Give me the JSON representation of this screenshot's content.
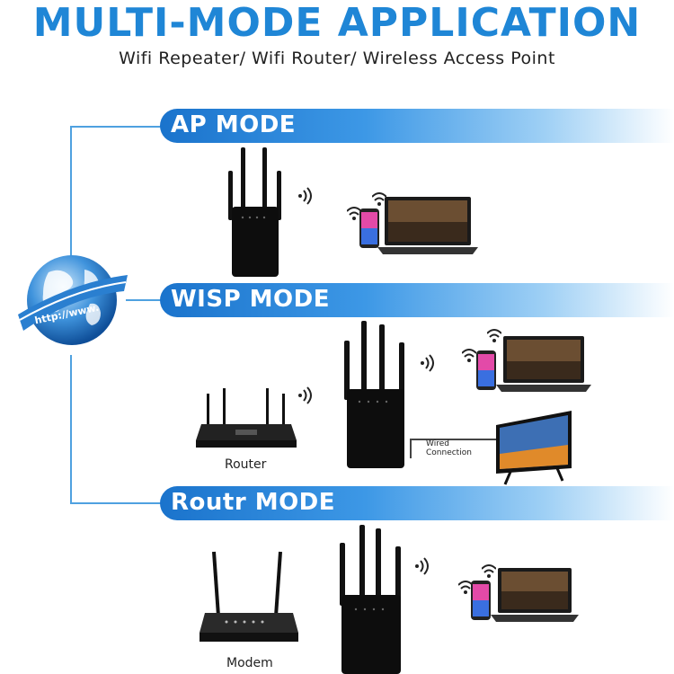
{
  "header": {
    "title": "MULTI-MODE APPLICATION",
    "subtitle": "Wifi Repeater/ Wifi Router/ Wireless Access Point"
  },
  "globe": {
    "url_label": "http://www."
  },
  "modes": [
    {
      "label": "AP MODE"
    },
    {
      "label": "WISP MODE"
    },
    {
      "label": "Routr MODE"
    }
  ],
  "captions": {
    "router": "Router",
    "modem": "Modem",
    "wired_connection_1": "Wired",
    "wired_connection_2": "Connection"
  },
  "colors": {
    "accent": "#1f86d6",
    "banner_start": "#1a73cc",
    "line": "#4fa1e0",
    "device": "#111111"
  }
}
